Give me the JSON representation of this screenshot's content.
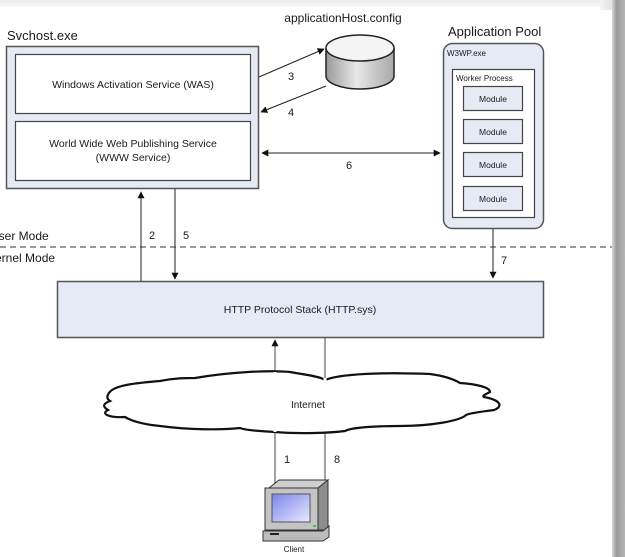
{
  "svchost": {
    "title": "Svchost.exe",
    "was_label": "Windows Activation Service (WAS)",
    "www_label_line1": "World Wide Web Publishing Service",
    "www_label_line2": "(WWW Service)"
  },
  "config_store": {
    "title": "applicationHost.config"
  },
  "app_pool": {
    "title": "Application Pool",
    "process_label": "W3WP.exe",
    "worker_label": "Worker Process",
    "modules": [
      "Module",
      "Module",
      "Module",
      "Module"
    ]
  },
  "modes": {
    "user": "User Mode",
    "kernel": "Kernel Mode"
  },
  "http_stack": {
    "label": "HTTP Protocol Stack (HTTP.sys)"
  },
  "internet": {
    "label": "Internet"
  },
  "client": {
    "label": "Client"
  },
  "steps": {
    "s1": "1",
    "s2": "2",
    "s3": "3",
    "s4": "4",
    "s5": "5",
    "s6": "6",
    "s7": "7",
    "s8": "8"
  },
  "colors": {
    "box_fill": "#e6eaf5",
    "inner_fill": "#ffffff",
    "stroke": "#555555",
    "screen": "#9ea6f0"
  }
}
